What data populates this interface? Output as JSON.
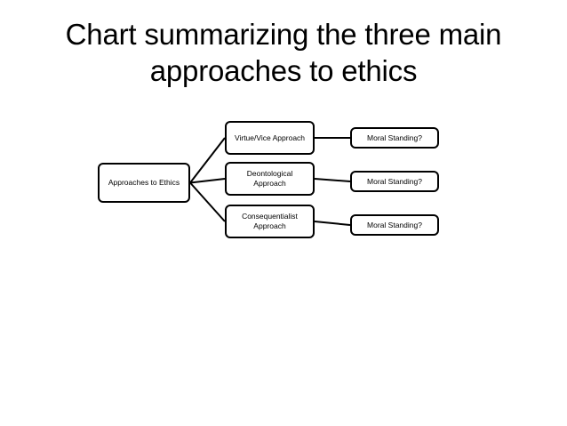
{
  "slide": {
    "title_line1": "Chart summarizing the three main",
    "title_line2": "approaches to ethics",
    "background_color": "#ffffff",
    "text_color": "#000000",
    "border_color": "#000000"
  },
  "diagram": {
    "type": "tree",
    "root": {
      "label": "Approaches to Ethics"
    },
    "branches": [
      {
        "label": "Virtue/Vice Approach",
        "leaf": {
          "label": "Moral Standing?"
        }
      },
      {
        "label": "Deontological\nApproach",
        "leaf": {
          "label": "Moral Standing?"
        }
      },
      {
        "label": "Consequentialist\nApproach",
        "leaf": {
          "label": "Moral Standing?"
        }
      }
    ]
  }
}
